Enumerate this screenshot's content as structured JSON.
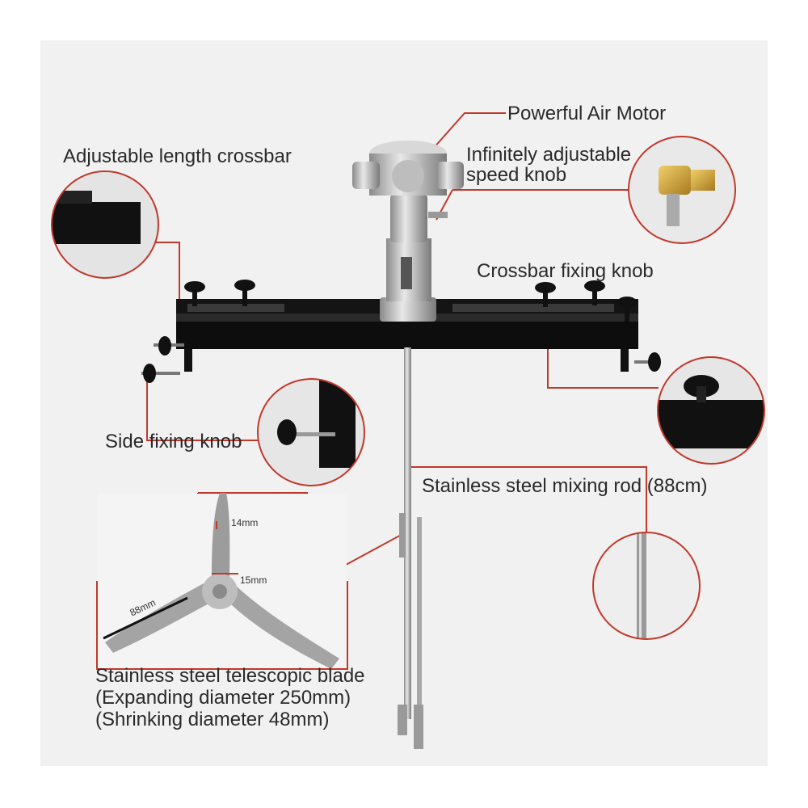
{
  "callouts": {
    "motor": "Powerful Air Motor",
    "speed_knob_line1": "Infinitely adjustable",
    "speed_knob_line2": "speed knob",
    "crossbar": "Adjustable length crossbar",
    "crossbar_knob": "Crossbar fixing knob",
    "side_knob": "Side fixing knob",
    "mixing_rod": "Stainless steel mixing rod (88cm)",
    "blade_line1": "Stainless steel telescopic blade",
    "blade_line2": "(Expanding diameter 250mm)",
    "blade_line3": "(Shrinking diameter 48mm)"
  },
  "blade_dimensions": {
    "blade_width": "14mm",
    "hub_width": "15mm",
    "blade_length": "88mm"
  },
  "colors": {
    "background": "#f1f1f1",
    "callout_line": "#c0392b",
    "frame": "#111111",
    "steel": "#b8b8b8"
  }
}
